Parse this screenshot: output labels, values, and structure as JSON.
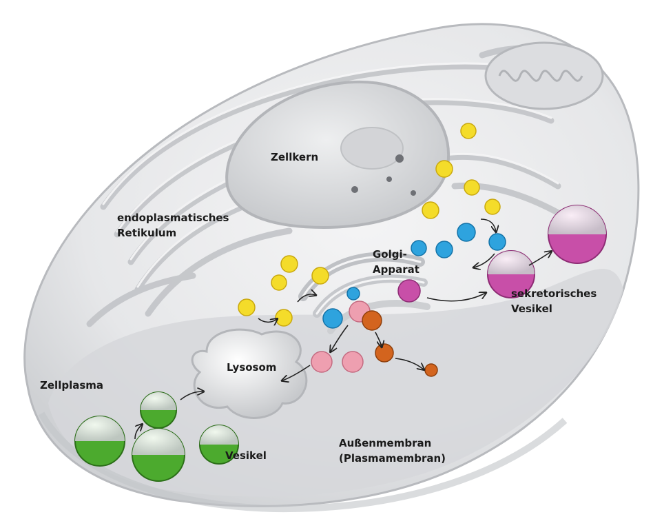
{
  "labels": {
    "zellkern": "Zellkern",
    "er_line1": "endoplasmatisches",
    "er_line2": "Retikulum",
    "golgi_line1": "Golgi-",
    "golgi_line2": "Apparat",
    "sekret_line1": "sekretorisches",
    "sekret_line2": "Vesikel",
    "lysosom": "Lysosom",
    "zellplasma": "Zellplasma",
    "vesikel": "Vesikel",
    "aussen_line1": "Außenmembran",
    "aussen_line2": "(Plasmamembran)"
  },
  "colors": {
    "cell_body": "#e9eaec",
    "cell_inner": "#d8d9dc",
    "membrane_shade": "#c4c6ca",
    "yellow_vesicle": "#f4dc2a",
    "blue_vesicle": "#2ea3de",
    "pink_vesicle": "#ee9fb0",
    "orange_vesicle": "#d3641e",
    "magenta_vesicle": "#c84fa8",
    "green_vesicle": "#4caa2e"
  }
}
